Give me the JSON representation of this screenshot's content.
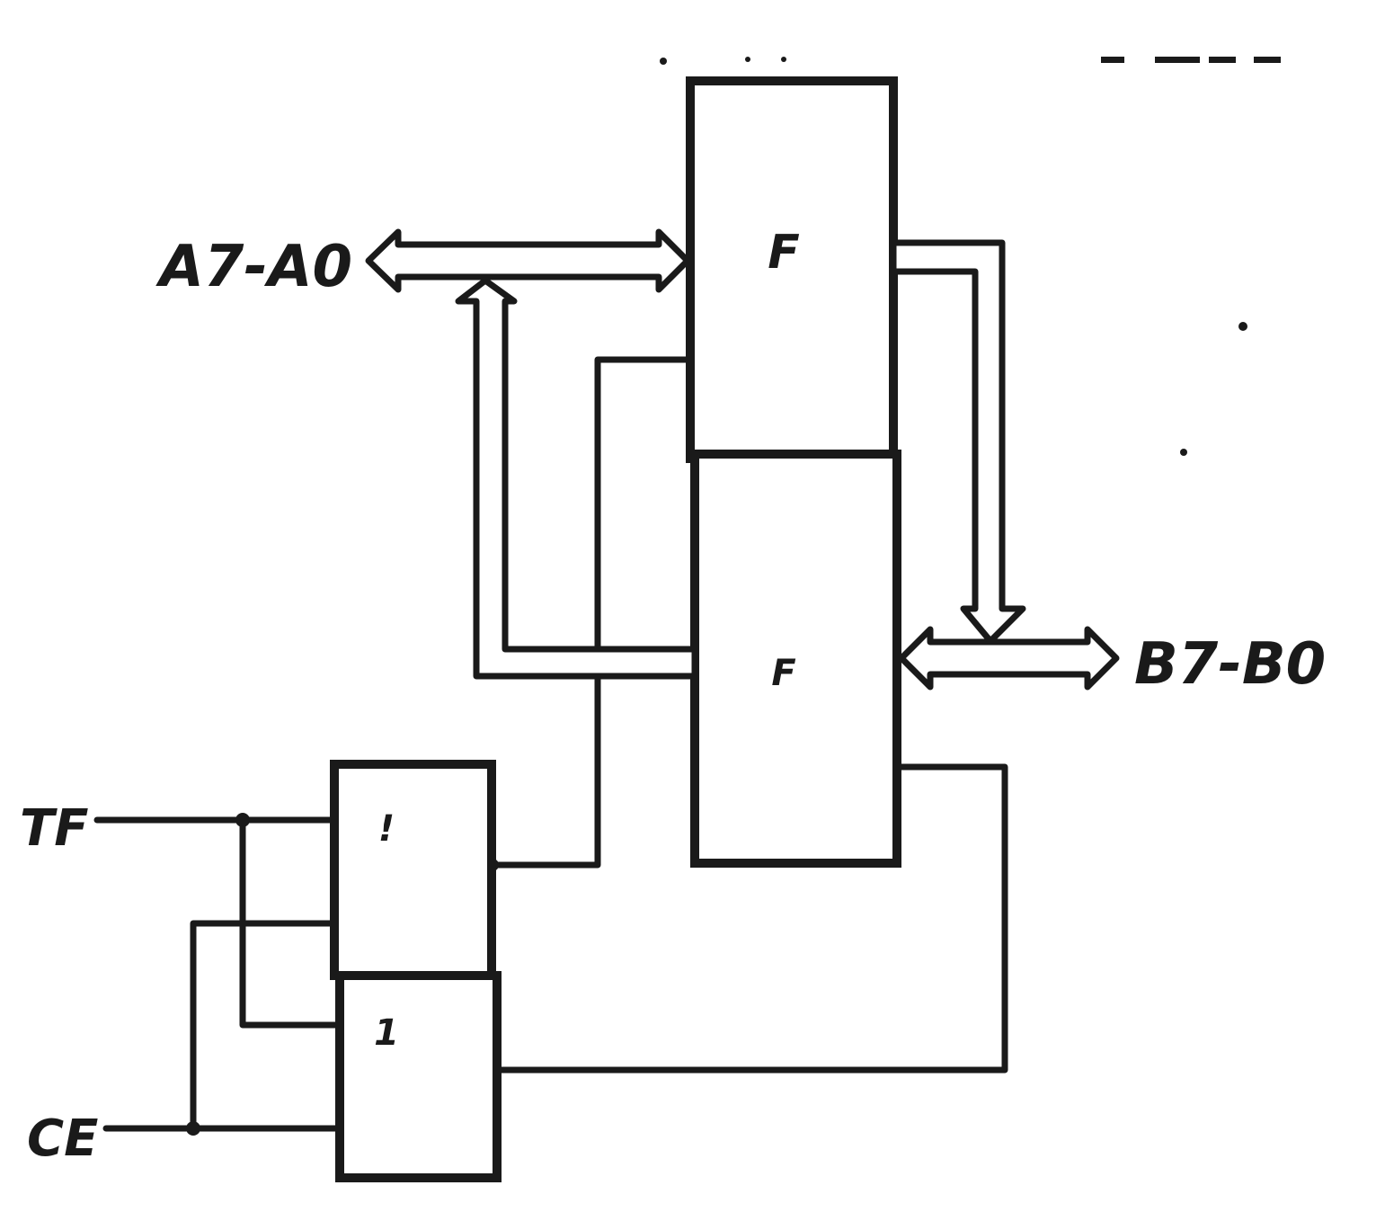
{
  "diagram": {
    "upper_block_top_label": "F",
    "upper_block_bottom_label": "F",
    "lower_block_top_label": "!",
    "lower_block_bottom_label": "1",
    "bus_a_label": "A7-A0",
    "bus_b_label": "B7-B0",
    "input_tf_label": "TF",
    "input_ce_label": "CE"
  }
}
